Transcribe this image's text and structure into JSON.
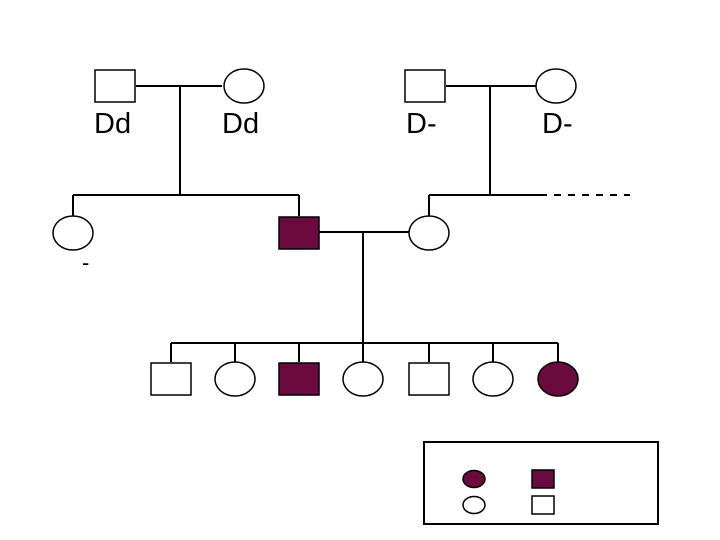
{
  "colors": {
    "affected": "#6b0a3f",
    "line": "#000000",
    "unaffected_fill": "#ffffff"
  },
  "generation_1": {
    "left_couple": {
      "father": {
        "shape": "square",
        "affected": false,
        "genotype": "Dd"
      },
      "mother": {
        "shape": "circle",
        "affected": false,
        "genotype": "Dd"
      }
    },
    "right_couple": {
      "father": {
        "shape": "square",
        "affected": false,
        "genotype": "D-"
      },
      "mother": {
        "shape": "circle",
        "affected": false,
        "genotype": "D-"
      }
    }
  },
  "generation_2": {
    "individuals": [
      {
        "shape": "circle",
        "affected": false,
        "genotype": "-"
      },
      {
        "shape": "square",
        "affected": true
      },
      {
        "shape": "circle",
        "affected": false
      }
    ]
  },
  "generation_3": {
    "children": [
      {
        "shape": "square",
        "affected": false
      },
      {
        "shape": "circle",
        "affected": false
      },
      {
        "shape": "square",
        "affected": true
      },
      {
        "shape": "circle",
        "affected": false
      },
      {
        "shape": "square",
        "affected": false
      },
      {
        "shape": "circle",
        "affected": false
      },
      {
        "shape": "circle",
        "affected": true
      }
    ]
  },
  "legend": {
    "items": [
      {
        "shape": "circle",
        "affected": true
      },
      {
        "shape": "square",
        "affected": true
      },
      {
        "shape": "circle",
        "affected": false
      },
      {
        "shape": "square",
        "affected": false
      }
    ]
  }
}
